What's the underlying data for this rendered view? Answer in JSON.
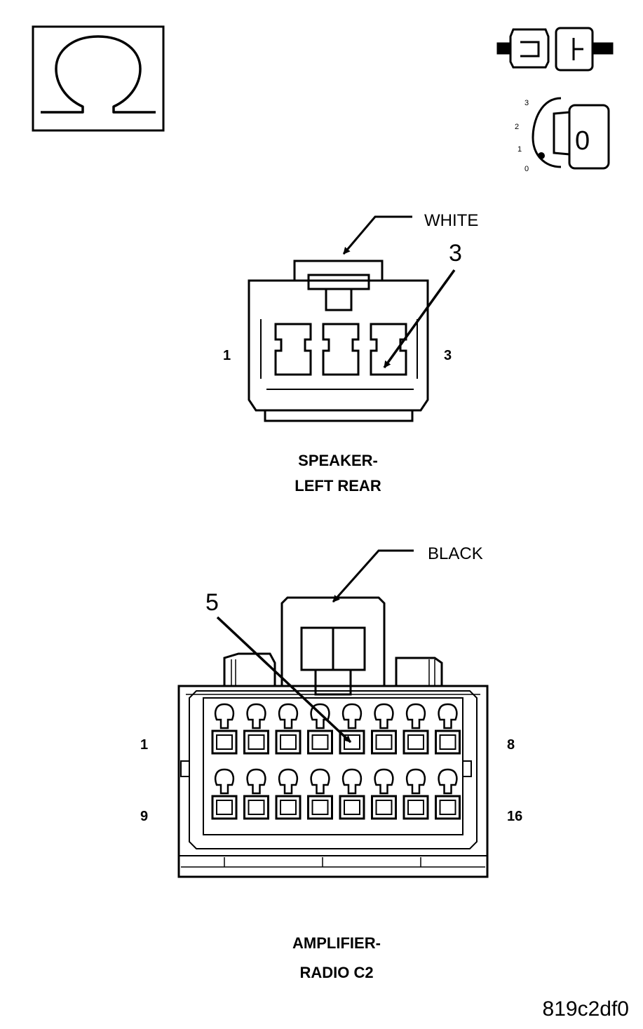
{
  "meter_symbol": {
    "icon": "ohm-symbol-icon"
  },
  "test_setup": {
    "connector_icon": "disconnected-connector-icon",
    "ignition_icon": "ignition-key-off-icon",
    "key_positions": [
      "3",
      "2",
      "1",
      "0"
    ],
    "key_label": "0"
  },
  "speaker_connector": {
    "color_label": "WHITE",
    "callout_cavity": "3",
    "pin_first": "1",
    "pin_last": "3",
    "title_line1": "SPEAKER-",
    "title_line2": "LEFT REAR",
    "cavity_count": 3
  },
  "amplifier_connector": {
    "color_label": "BLACK",
    "callout_cavity": "5",
    "row1_first": "1",
    "row1_last": "8",
    "row2_first": "9",
    "row2_last": "16",
    "title_line1": "AMPLIFIER-",
    "title_line2": "RADIO C2",
    "cavities_per_row": 8,
    "rows": 2
  },
  "figure_id": "819c2df0",
  "colors": {
    "line": "#000000",
    "background": "#ffffff"
  }
}
